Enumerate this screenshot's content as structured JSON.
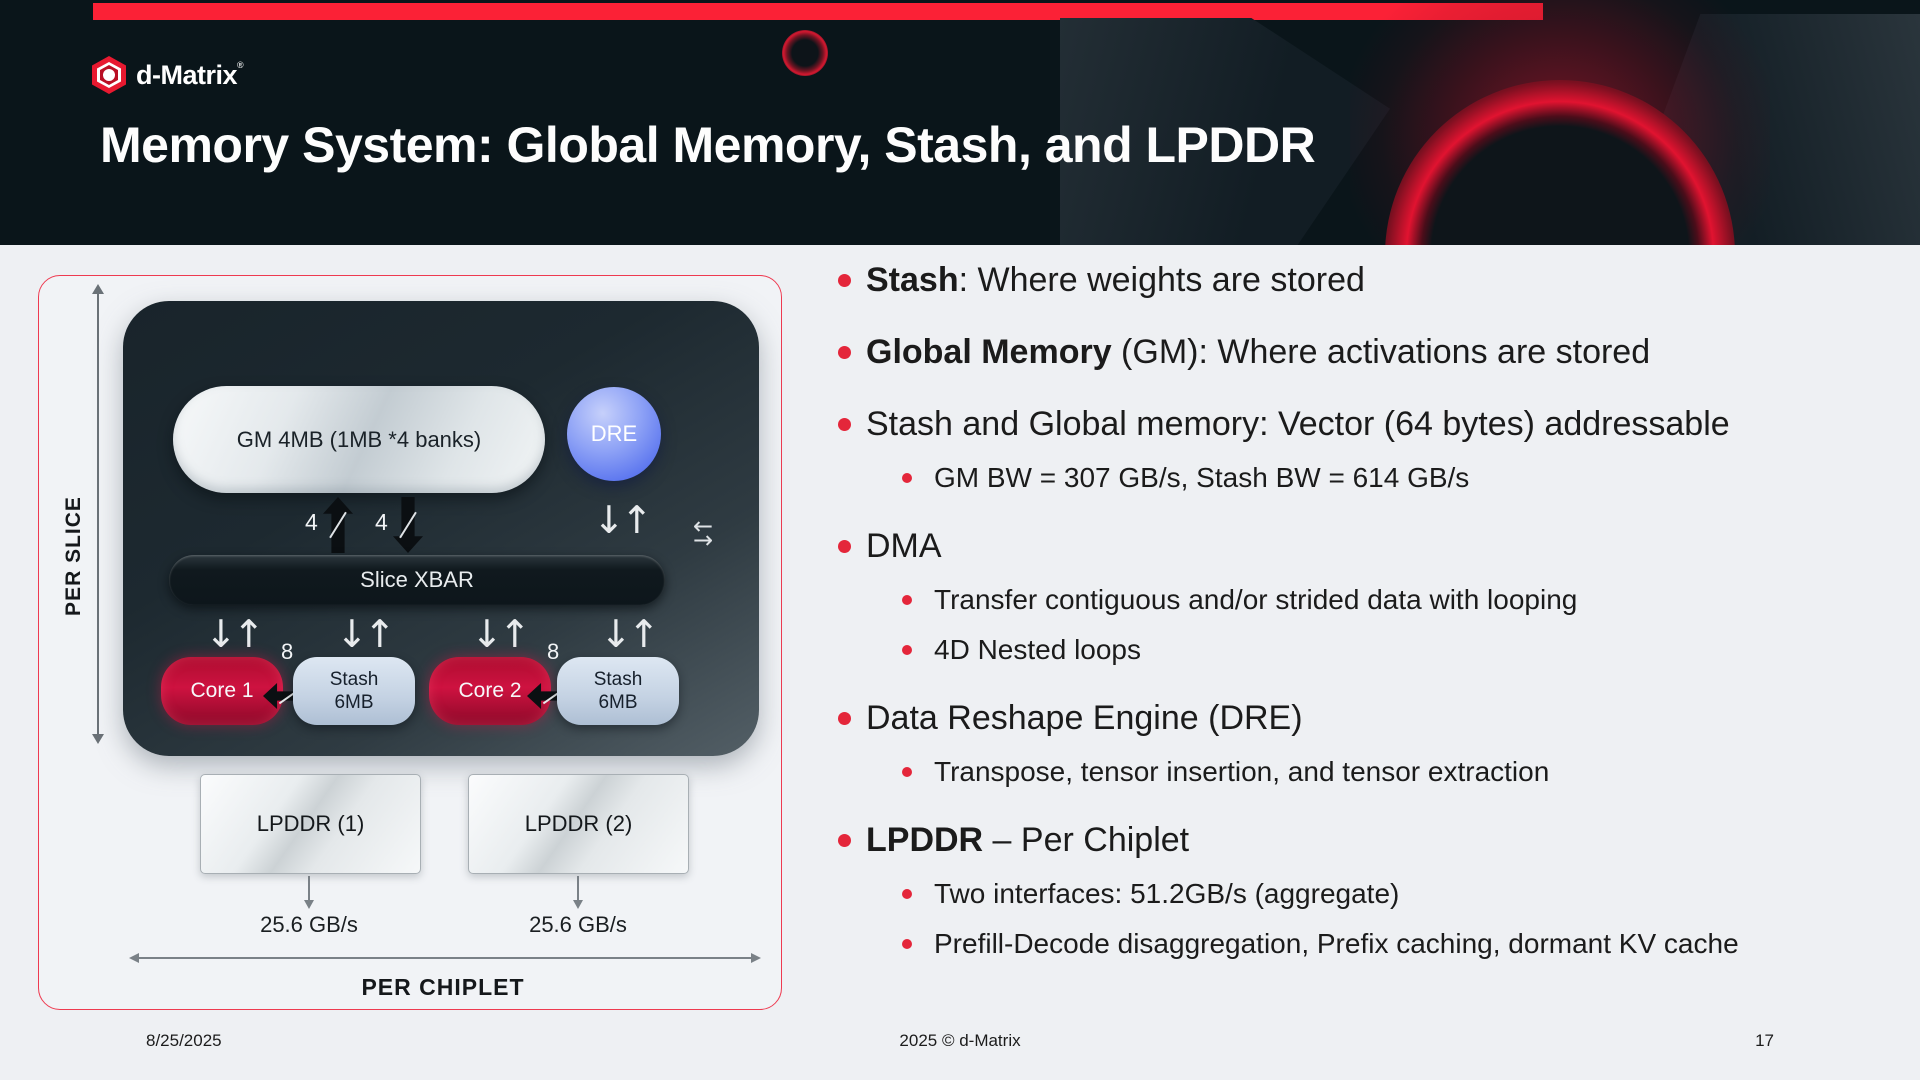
{
  "slide": {
    "brand": "d-Matrix",
    "brand_mark": "®",
    "title": "Memory System: Global Memory, Stash, and LPDDR"
  },
  "diagram": {
    "per_slice": "PER SLICE",
    "gm": "GM 4MB (1MB *4 banks)",
    "dre": "DRE",
    "xbar": "Slice XBAR",
    "bus_gm_left": "4",
    "bus_gm_right": "4",
    "bus_core1": "8",
    "bus_core2": "8",
    "core1": "Core 1",
    "core2": "Core 2",
    "stash1_line1": "Stash",
    "stash1_line2": "6MB",
    "stash2_line1": "Stash",
    "stash2_line2": "6MB",
    "lpddr1": "LPDDR (1)",
    "lpddr2": "LPDDR (2)",
    "bw_lpddr1": "25.6 GB/s",
    "bw_lpddr2": "25.6 GB/s",
    "per_chiplet": "PER CHIPLET"
  },
  "bullets": [
    {
      "level": 1,
      "bold": "Stash",
      "text": ": Where weights are stored"
    },
    {
      "level": 1,
      "bold": "Global Memory",
      "text": " (GM): Where activations are stored"
    },
    {
      "level": 1,
      "bold": "",
      "text": "Stash and Global memory: Vector (64 bytes) addressable"
    },
    {
      "level": 2,
      "bold": "",
      "text": "GM BW = 307 GB/s, Stash BW = 614 GB/s"
    },
    {
      "level": 1,
      "bold": "",
      "text": "DMA"
    },
    {
      "level": 2,
      "bold": "",
      "text": "Transfer contiguous and/or strided data with looping"
    },
    {
      "level": 2,
      "bold": "",
      "text": "4D Nested loops"
    },
    {
      "level": 1,
      "bold": "",
      "text": "Data Reshape Engine (DRE)"
    },
    {
      "level": 2,
      "bold": "",
      "text": "Transpose, tensor insertion, and tensor extraction"
    },
    {
      "level": 1,
      "bold": "LPDDR",
      "text": " – Per Chiplet"
    },
    {
      "level": 2,
      "bold": "",
      "text": "Two interfaces: 51.2GB/s (aggregate)"
    },
    {
      "level": 2,
      "bold": "",
      "text": "Prefill-Decode disaggregation, Prefix caching, dormant KV cache"
    }
  ],
  "footer": {
    "date": "8/25/2025",
    "copyright": "2025 © d-Matrix",
    "page": "17"
  },
  "icons": {
    "down_arrow": "↓",
    "up_arrow": "↑",
    "left_arrow": "←",
    "right_arrow": "→"
  },
  "colors": {
    "accent_red": "#fb2136",
    "bullet_red": "#e4263a",
    "core_red": "#c11038",
    "stash_blue": "#c4d2e3",
    "dre_blue": "#5d77ef",
    "header_bg": "#0a151a",
    "page_bg": "#eef0f3"
  }
}
